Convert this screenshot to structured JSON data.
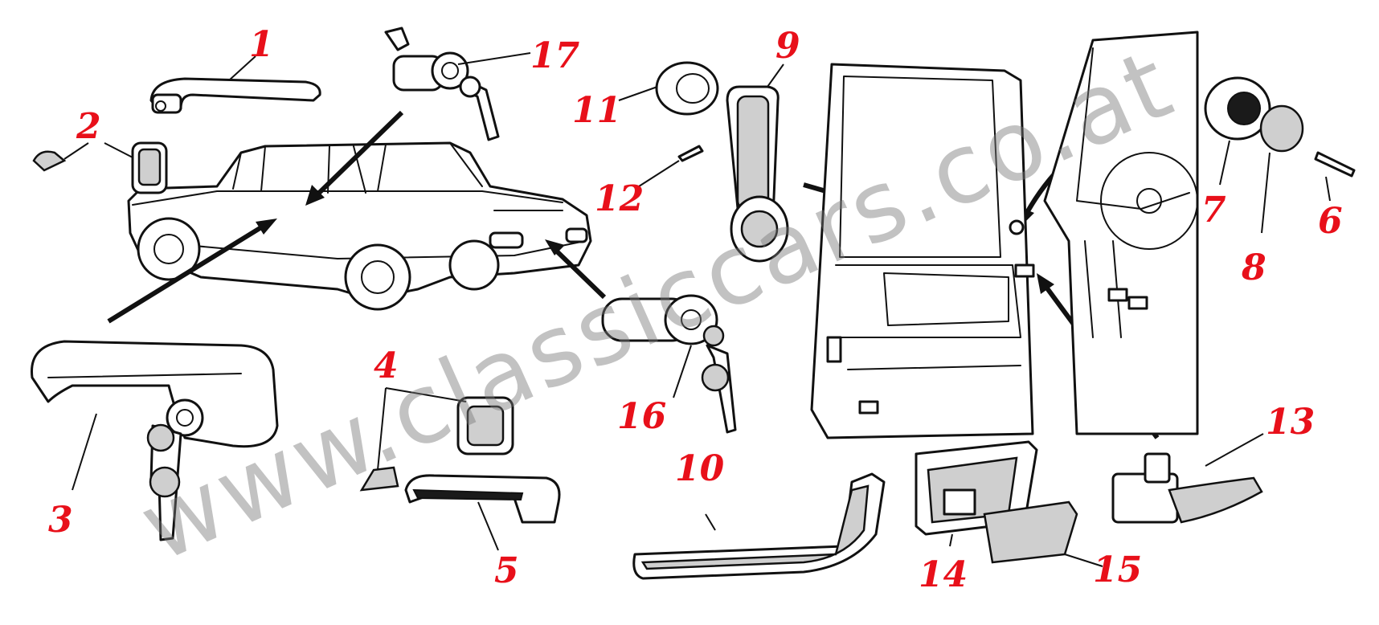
{
  "watermark": "www.classiccars.co.at",
  "callouts": [
    {
      "id": "1",
      "label": "1"
    },
    {
      "id": "2",
      "label": "2"
    },
    {
      "id": "3",
      "label": "3"
    },
    {
      "id": "4",
      "label": "4"
    },
    {
      "id": "5",
      "label": "5"
    },
    {
      "id": "6",
      "label": "6"
    },
    {
      "id": "7",
      "label": "7"
    },
    {
      "id": "8",
      "label": "8"
    },
    {
      "id": "9",
      "label": "9"
    },
    {
      "id": "10",
      "label": "10"
    },
    {
      "id": "11",
      "label": "11"
    },
    {
      "id": "12",
      "label": "12"
    },
    {
      "id": "13",
      "label": "13"
    },
    {
      "id": "14",
      "label": "14"
    },
    {
      "id": "15",
      "label": "15"
    },
    {
      "id": "16",
      "label": "16"
    },
    {
      "id": "17",
      "label": "17"
    }
  ],
  "colors": {
    "callout": "#e8101a",
    "ink": "#111111",
    "background": "#ffffff"
  }
}
